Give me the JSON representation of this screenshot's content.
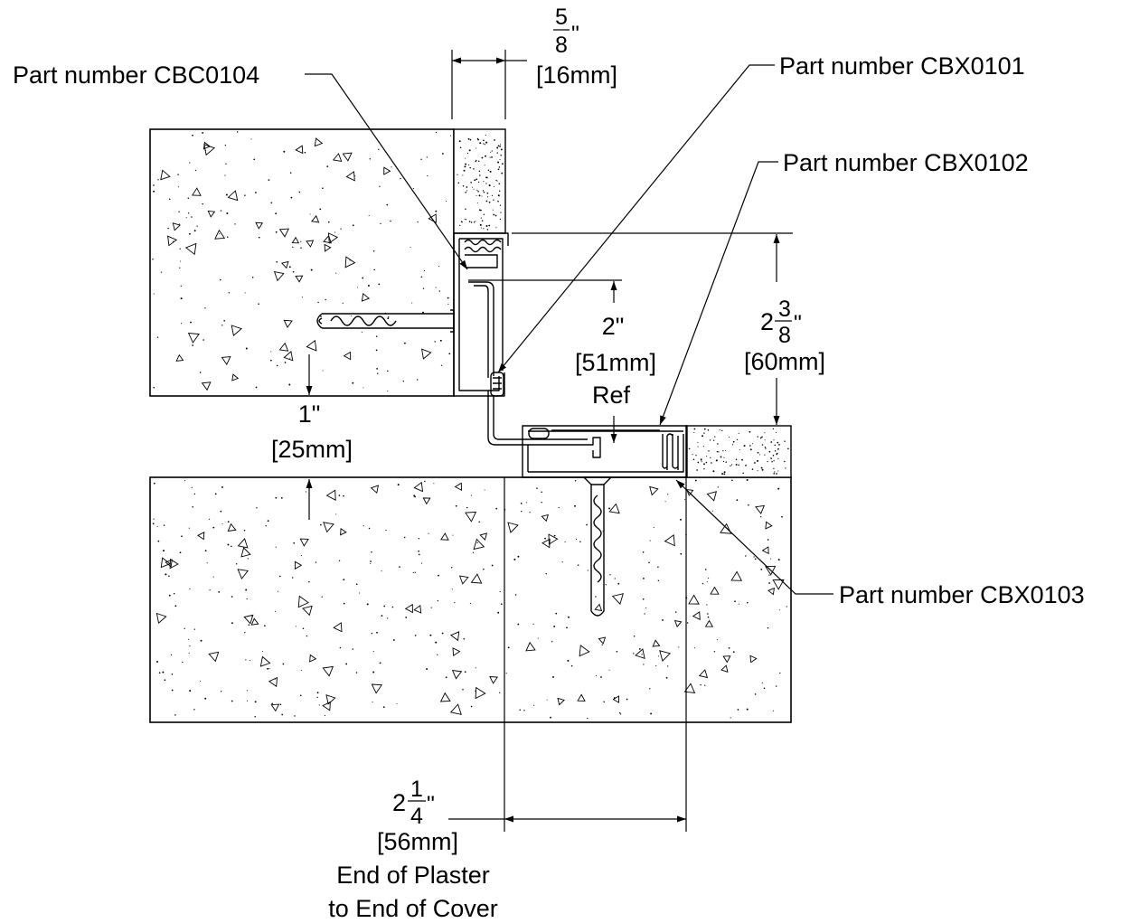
{
  "labels": {
    "cbc0104": "Part number CBC0104",
    "cbx0101": "Part number CBX0101",
    "cbx0102": "Part number CBX0102",
    "cbx0103": "Part number CBX0103"
  },
  "dimensions": {
    "top_width": {
      "num": "5",
      "den": "8",
      "unit": "\"",
      "metric": "[16mm]"
    },
    "profile_height": {
      "whole": "2",
      "num": "3",
      "den": "8",
      "unit": "\"",
      "metric": "[60mm]"
    },
    "ref_height": {
      "text": "2\"",
      "metric": "[51mm]",
      "note": "Ref"
    },
    "gap": {
      "text": "1\"",
      "metric": "[25mm]"
    },
    "cover_length": {
      "whole": "2",
      "num": "1",
      "den": "4",
      "unit": "\"",
      "metric": "[56mm]",
      "note_line1": "End of Plaster",
      "note_line2": "to End of Cover"
    }
  }
}
